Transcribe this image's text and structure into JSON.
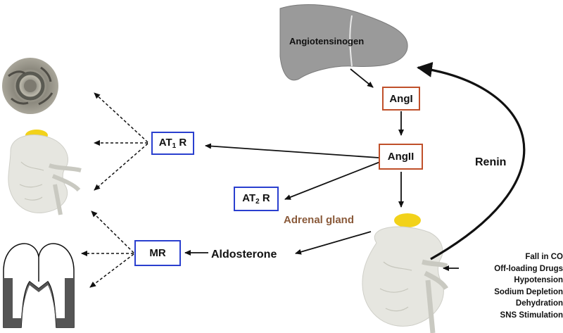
{
  "labels": {
    "angiotensinogen": "Angiotensinogen",
    "angI": "AngI",
    "angII": "AngII",
    "at1r_main": "AT",
    "at1r_sub": "1",
    "at1r_suffix": " R",
    "at2r_main": "AT",
    "at2r_sub": "2",
    "at2r_suffix": " R",
    "mr": "MR",
    "renin": "Renin",
    "adrenal_gland": "Adrenal gland",
    "aldosterone": "Aldosterone"
  },
  "renin_triggers": [
    "Fall in CO",
    "Off-loading Drugs",
    "Hypotension",
    "Sodium Depletion",
    "Dehydration",
    "SNS Stimulation"
  ],
  "colors": {
    "ang_box_border": "#c0502a",
    "receptor_box_border": "#2a3fcf",
    "adrenal_text": "#8a5a3a",
    "liver": "#9a9a9a",
    "adrenal_gland": "#f2d21a",
    "kidney": "#e6e6e0",
    "heart_wall": "#555555"
  },
  "icons": [
    "liver-icon",
    "vessel-cross-section-icon",
    "kidney-icon",
    "heart-icon"
  ]
}
